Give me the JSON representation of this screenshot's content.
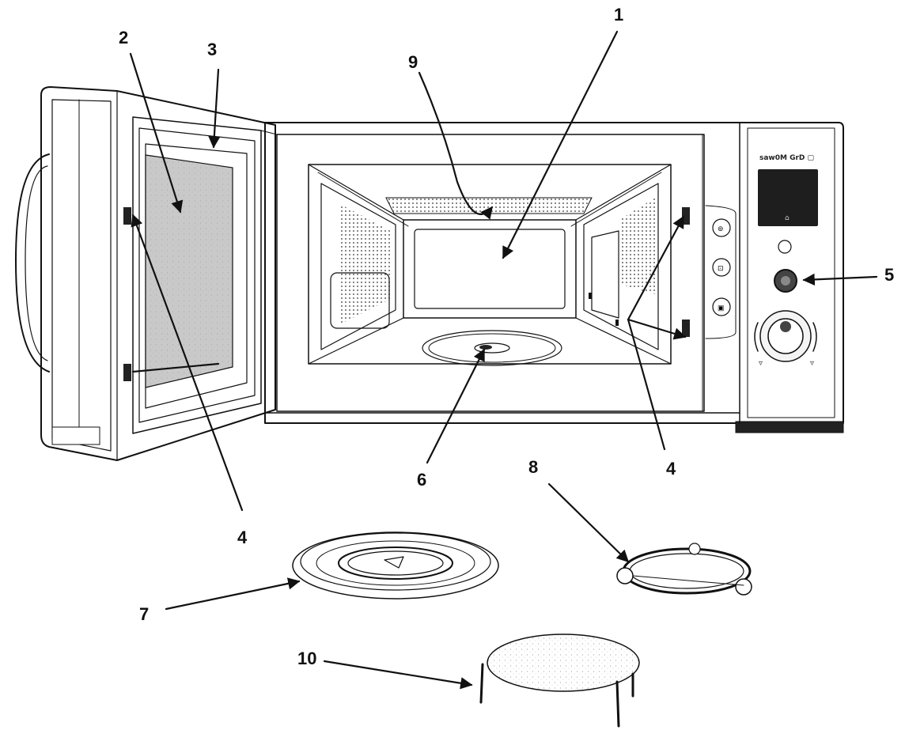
{
  "diagram": {
    "callouts": [
      {
        "id": "1",
        "label": "1"
      },
      {
        "id": "2",
        "label": "2"
      },
      {
        "id": "3",
        "label": "3"
      },
      {
        "id": "4a",
        "label": "4"
      },
      {
        "id": "4b",
        "label": "4"
      },
      {
        "id": "5",
        "label": "5"
      },
      {
        "id": "6",
        "label": "6"
      },
      {
        "id": "7",
        "label": "7"
      },
      {
        "id": "8",
        "label": "8"
      },
      {
        "id": "9",
        "label": "9"
      },
      {
        "id": "10",
        "label": "10"
      }
    ],
    "control_panel": {
      "brand_text": "saw0M GrD ▢"
    }
  }
}
